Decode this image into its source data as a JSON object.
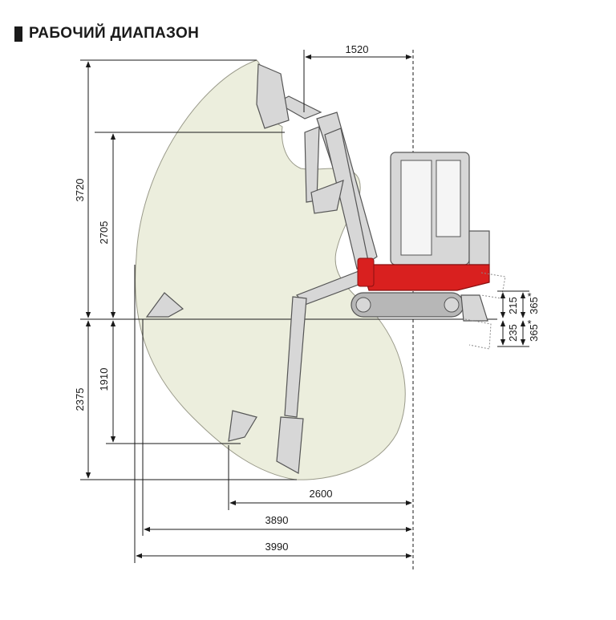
{
  "header": {
    "title": "РАБОЧИЙ ДИАПАЗОН"
  },
  "dimensions": {
    "max_height": "3720",
    "dump_height": "2705",
    "dig_depth": "2375",
    "vertical_wall_depth": "1910",
    "front_offset": "1520",
    "min_radius": "2600",
    "ground_reach": "3890",
    "max_reach": "3990",
    "blade_up": "215",
    "blade_down": "235",
    "blade_up_alt": "365",
    "blade_down_alt": "365",
    "alt_marker": "*"
  },
  "colors": {
    "envelope_fill": "#eceedd",
    "machine_red": "#d9201f",
    "machine_grey": "#d7d7d7",
    "line": "#1a1a1a",
    "outline": "#555555"
  }
}
